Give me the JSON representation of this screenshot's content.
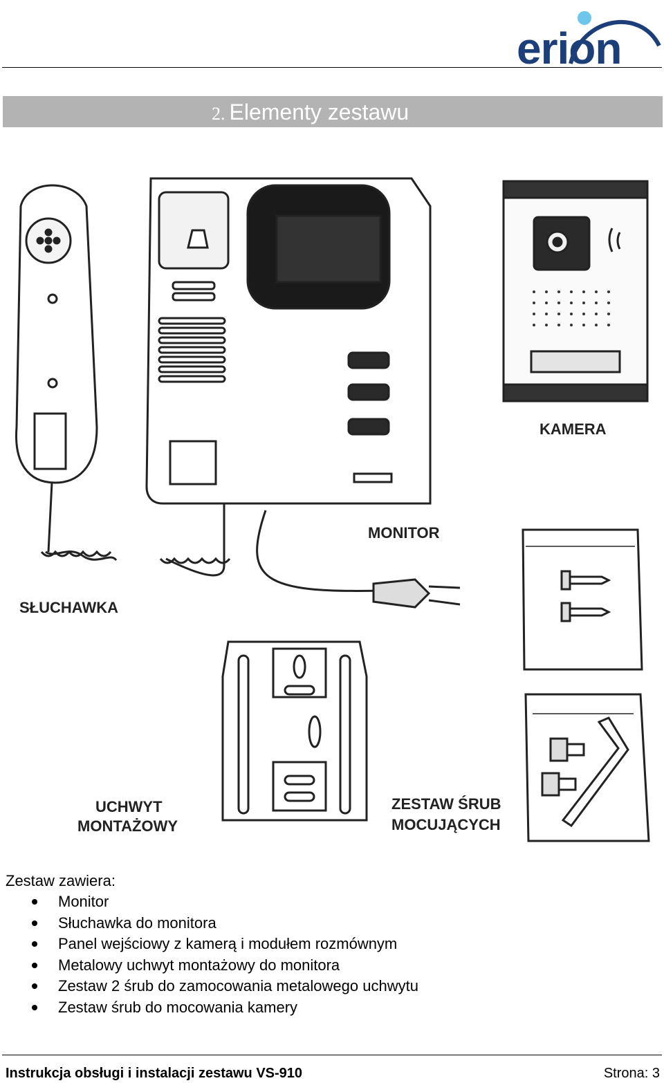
{
  "header": {
    "logo_text": "erion",
    "section_number": "2.",
    "section_title": "Elementy zestawu"
  },
  "illustration": {
    "labels": {
      "handset": "SŁUCHAWKA",
      "monitor": "MONITOR",
      "camera": "KAMERA",
      "bracket_line1": "UCHWYT",
      "bracket_line2": "MONTAŻOWY",
      "screws_line1": "ZESTAW ŚRUB",
      "screws_line2": "MOCUJĄCYCH"
    }
  },
  "contents": {
    "intro": "Zestaw zawiera:",
    "items": [
      "Monitor",
      "Słuchawka do monitora",
      "Panel wejściowy z kamerą i modułem rozmównym",
      "Metalowy uchwyt montażowy do monitora",
      "Zestaw 2 śrub do zamocowania metalowego uchwytu",
      "Zestaw śrub do mocowania kamery"
    ]
  },
  "footer": {
    "manual_title": "Instrukcja obsługi i instalacji zestawu VS-910",
    "page_label": "Strona: 3"
  }
}
